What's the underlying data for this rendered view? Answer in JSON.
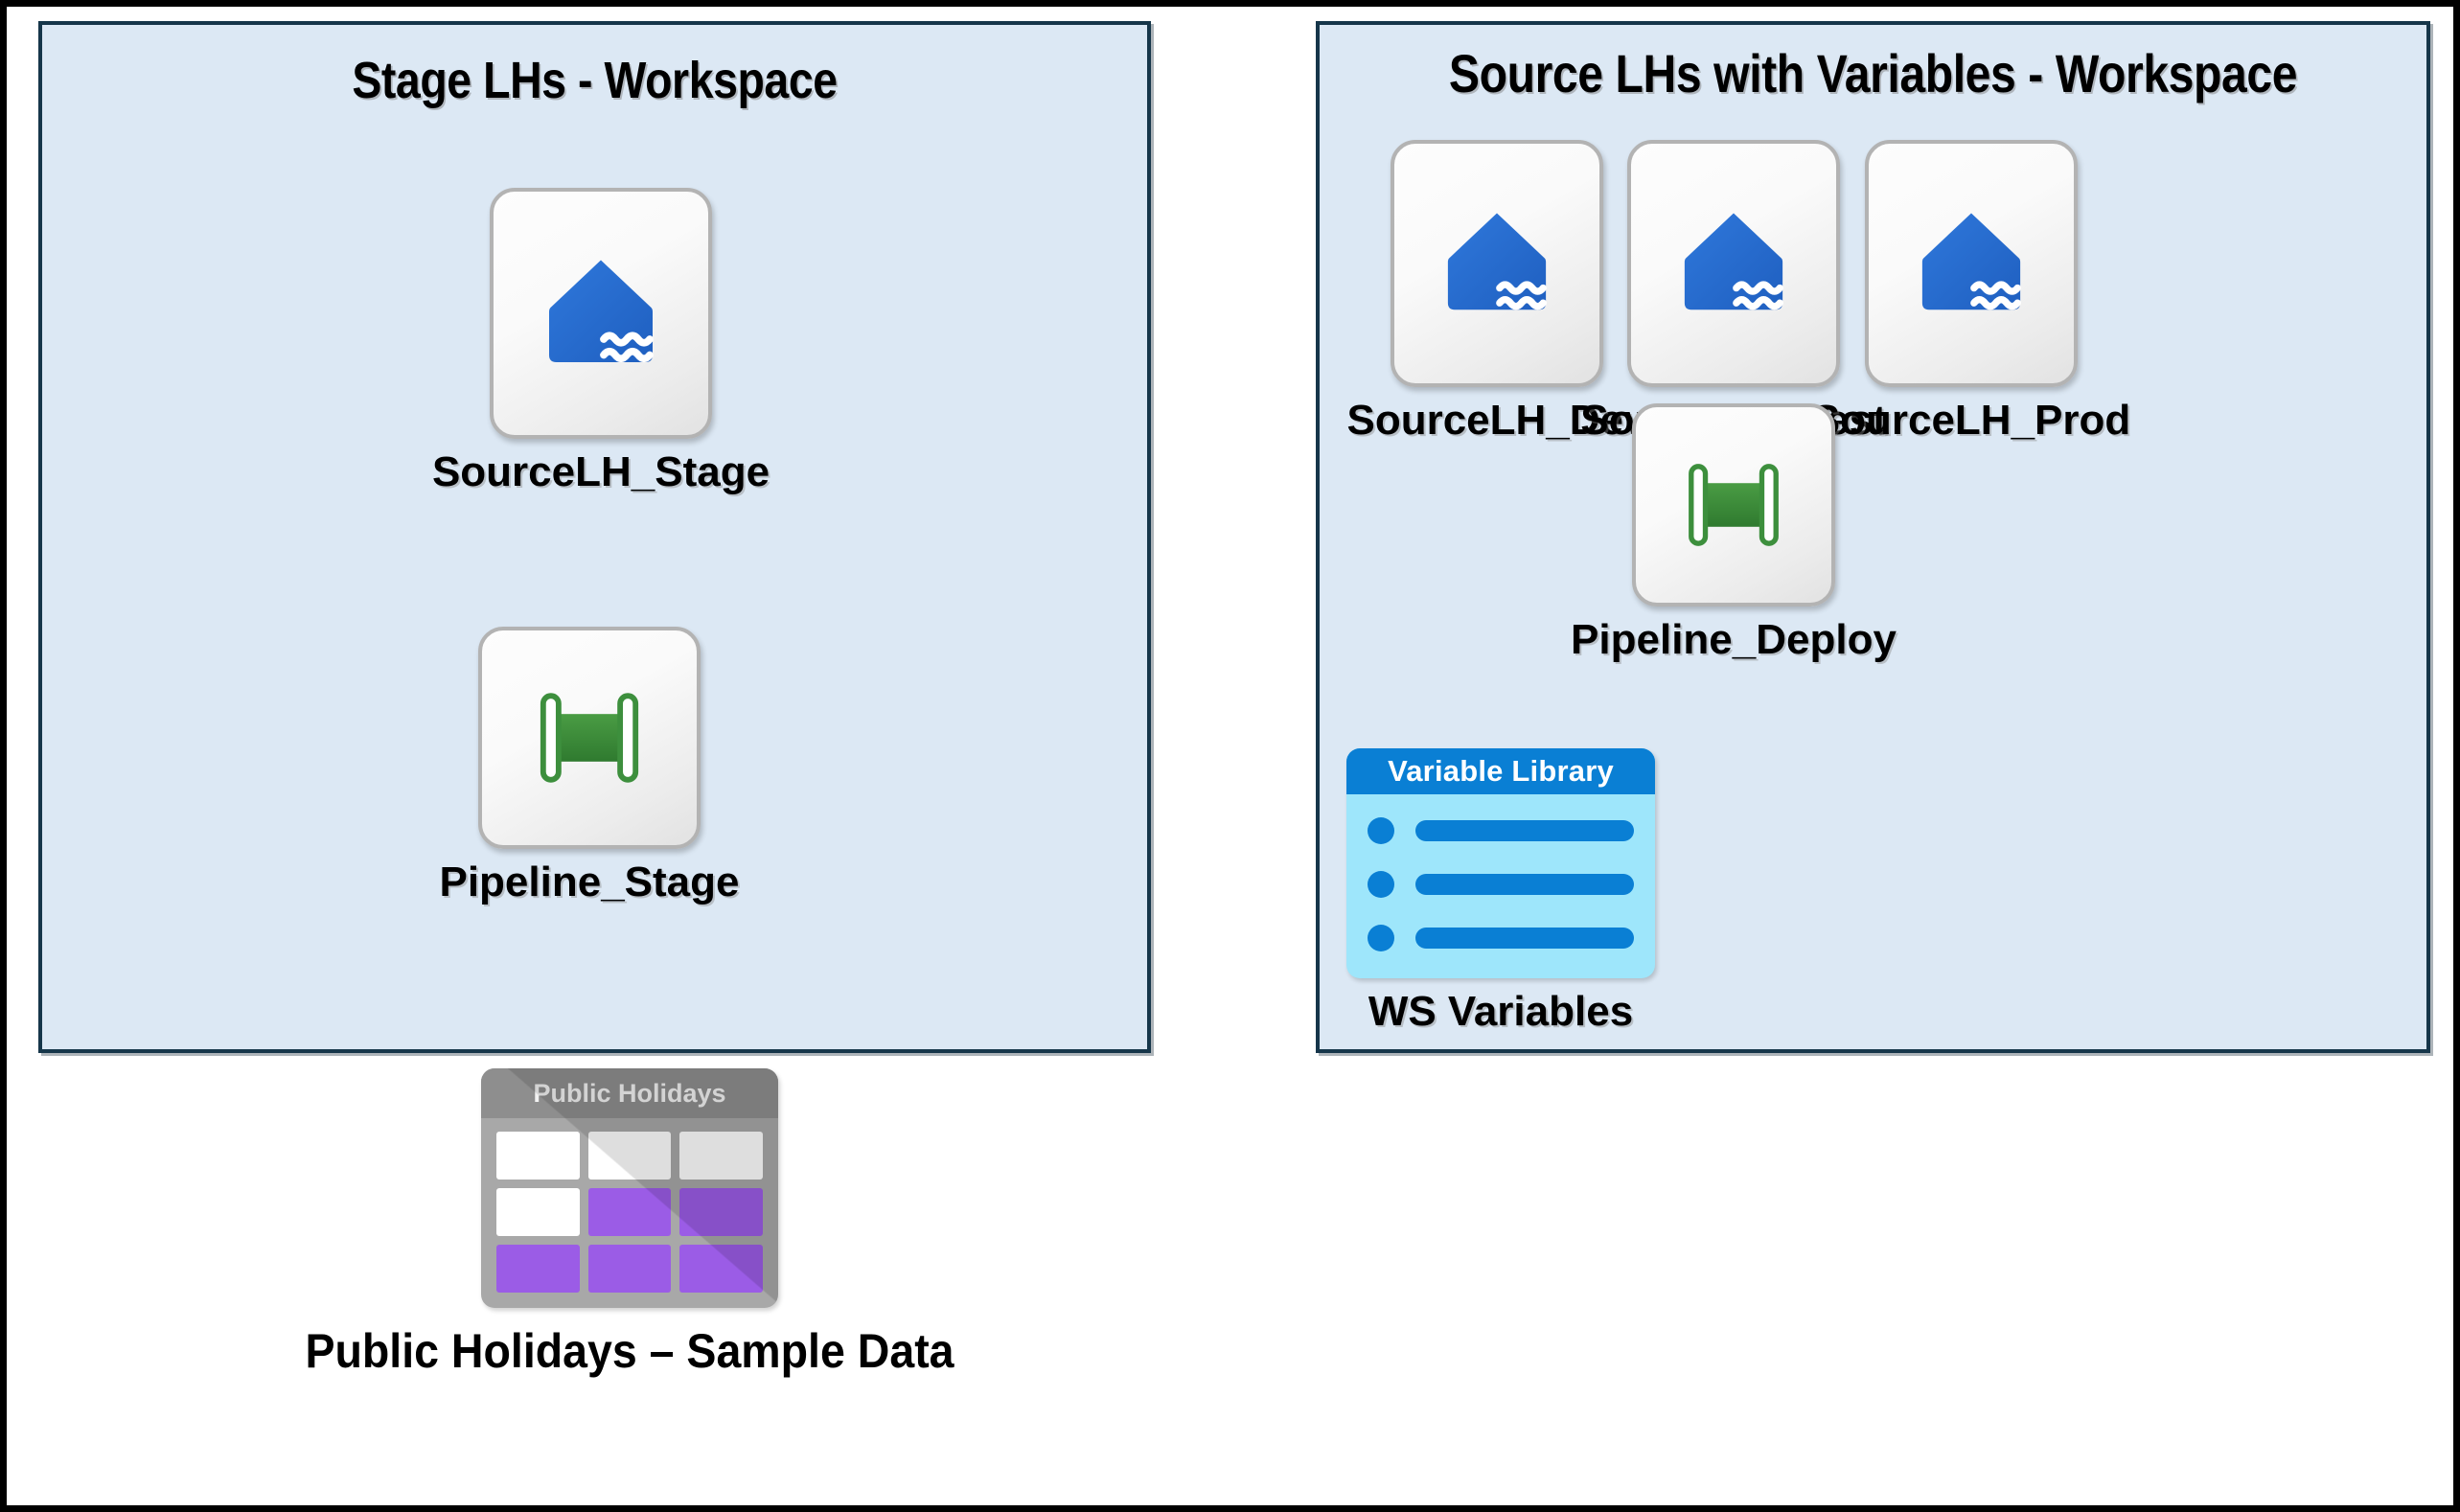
{
  "diagram": {
    "title_left": "Stage LHs - Workspace",
    "title_right": "Source LHs with Variables - Workspace"
  },
  "stage_workspace": {
    "title": "Stage LHs - Workspace",
    "items": [
      {
        "label": "SourceLH_Stage",
        "icon": "lakehouse-icon",
        "type": "lakehouse"
      },
      {
        "label": "Pipeline_Stage",
        "icon": "pipeline-icon",
        "type": "pipeline"
      }
    ]
  },
  "source_workspace": {
    "title": "Source LHs with Variables - Workspace",
    "items": [
      {
        "label": "SourceLH_Dev",
        "icon": "lakehouse-icon",
        "type": "lakehouse"
      },
      {
        "label": "SourceLH_Test",
        "icon": "lakehouse-icon",
        "type": "lakehouse"
      },
      {
        "label": "SourceLH_Prod",
        "icon": "lakehouse-icon",
        "type": "lakehouse"
      },
      {
        "label": "Pipeline_Deploy",
        "icon": "pipeline-icon",
        "type": "pipeline"
      }
    ],
    "variable_library": {
      "header": "Variable Library",
      "caption": "WS Variables",
      "row_count": 3
    }
  },
  "sample_data": {
    "table_header": "Public Holidays",
    "caption": "Public Holidays – Sample Data",
    "grid": [
      [
        "white",
        "white",
        "white"
      ],
      [
        "white",
        "purple",
        "purple"
      ],
      [
        "purple",
        "purple",
        "purple"
      ]
    ]
  },
  "colors": {
    "panel_fill": "#dce8f4",
    "panel_border": "#16364a",
    "lakehouse_blue": "#2a6fd0",
    "pipeline_green": "#3d8f3d",
    "variable_header_blue": "#0a7fd4",
    "variable_body_cyan": "#9ee6fb",
    "table_gray": "#a8a8a8",
    "table_purple": "#9b5ce6",
    "frame_black": "#000000"
  }
}
